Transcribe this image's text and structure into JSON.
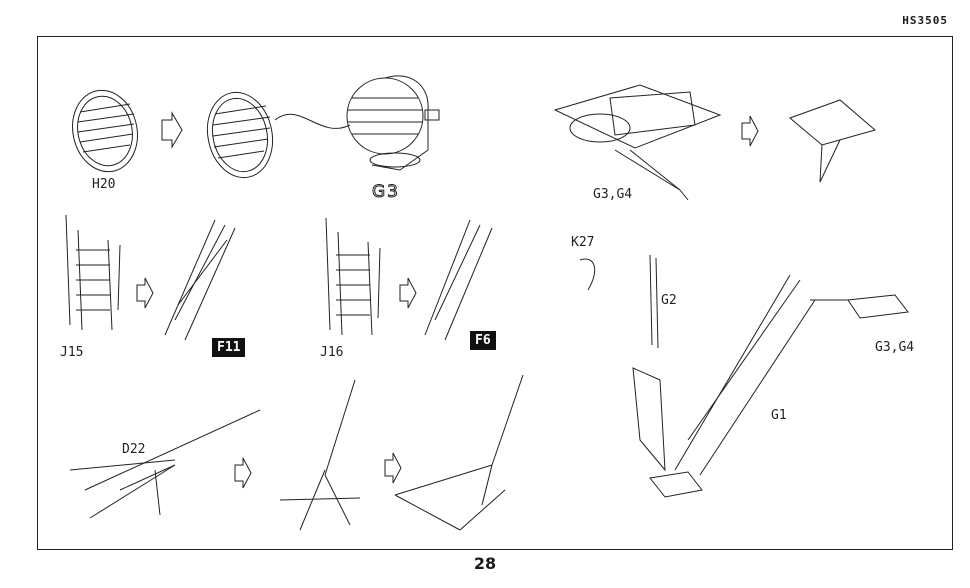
{
  "header": {
    "code": "HS3505"
  },
  "labels": {
    "h20": "H20",
    "g3_hatch": "G3",
    "g3g4_top": "G3,G4",
    "k27": "K27",
    "g2": "G2",
    "g3g4_right": "G3,G4",
    "g1": "G1",
    "j15": "J15",
    "f11": "F11",
    "j16": "J16",
    "f6": "F6",
    "d22": "D22"
  },
  "footer": {
    "page_number": "28"
  }
}
